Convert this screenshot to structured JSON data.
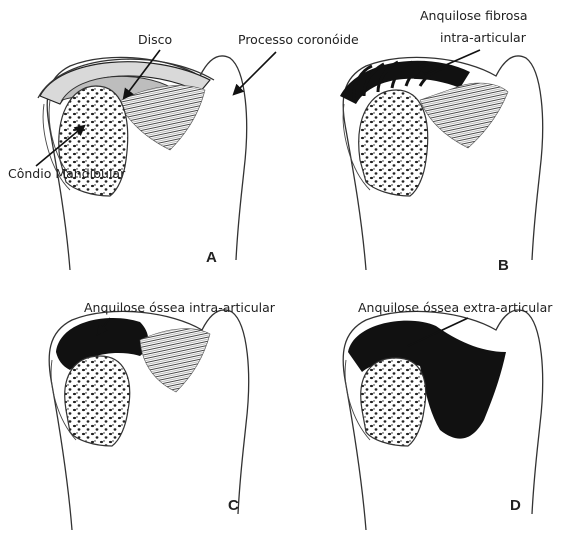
{
  "labels": {
    "disco": "Disco",
    "processo_coronoide": "Processo coronóide",
    "condio_mandibular": "Côndio Mandibular",
    "anquilose_fibrosa_line1": "Anquilose fibrosa",
    "anquilose_fibrosa_line2": "intra-articular",
    "anquilose_ossea_intra": "Anquilose óssea intra-articular",
    "anquilose_ossea_extra": "Anquilose óssea extra-articular"
  },
  "panels": [
    "A",
    "B",
    "C",
    "D"
  ]
}
